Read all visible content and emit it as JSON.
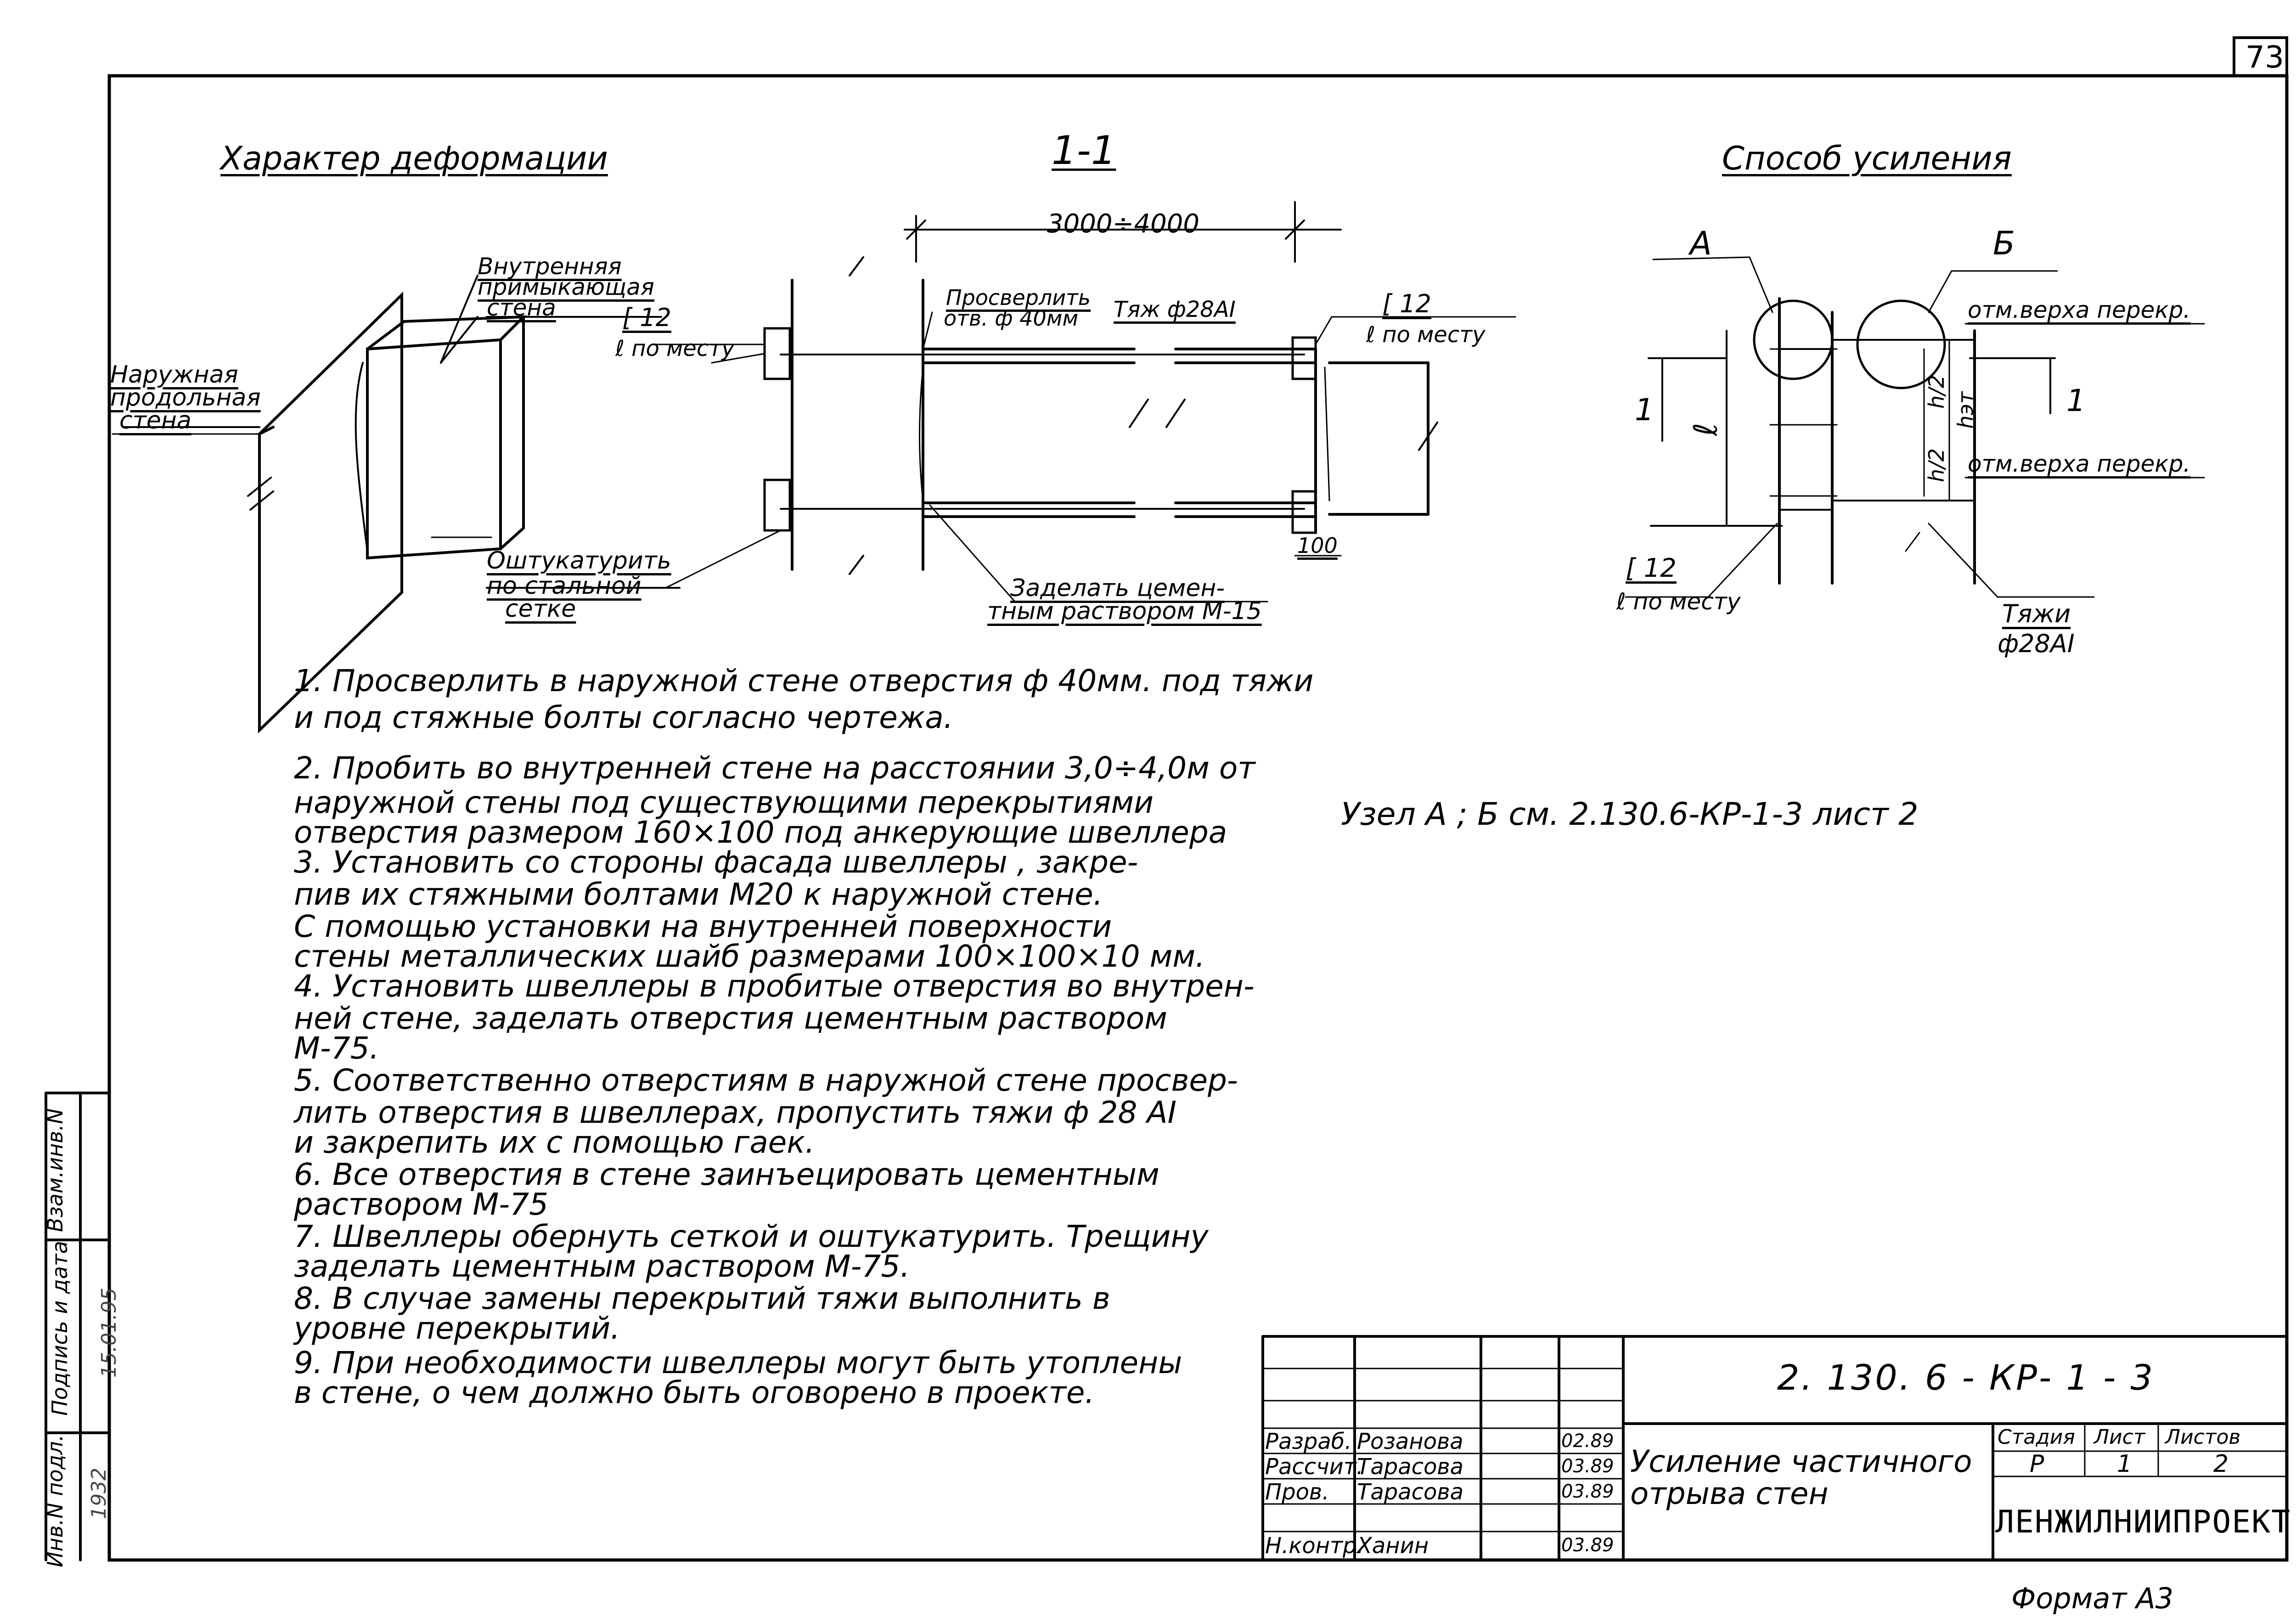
{
  "page_number": "73",
  "headings": {
    "deformation": "Характер деформации",
    "section": "1-1",
    "method": "Способ усиления"
  },
  "deformation_sketch": {
    "inner_wall": [
      "Внутренняя",
      "примыкающая",
      "стена"
    ],
    "outer_wall": [
      "Наружная",
      "продольная",
      "стена"
    ]
  },
  "section_sketch": {
    "span_dim": "3000÷4000",
    "drill_note": [
      "Просверлить",
      "отв. ф 40мм"
    ],
    "tie_note": "Тяж ф28АI",
    "channel_left": "[ 12",
    "channel_left_sub": "ℓ по месту",
    "channel_right": "[ 12",
    "channel_right_sub": "ℓ по месту",
    "plaster_note": [
      "Оштукатурить",
      "по стальной",
      "сетке"
    ],
    "seal_note": [
      "Заделать цемен-",
      "тным раствором М-15"
    ],
    "dim_100": "100"
  },
  "method_sketch": {
    "node_a": "А",
    "node_b": "Б",
    "slab_top_1": "отм.верха перекр.",
    "slab_top_2": "отм.верха перекр.",
    "dim_l": "ℓ",
    "dim_h2a": "h/2",
    "dim_h2b": "h/2",
    "dim_hfl": "hэт",
    "cut_left": "1",
    "cut_right": "1",
    "channel": "[ 12",
    "channel_sub": "ℓ по месту",
    "ties": "Тяжи",
    "ties_sub": "ф28АI"
  },
  "node_ref": "Узел   А ; Б   см.   2.130.6-КР-1-3   лист 2",
  "notes": [
    "1. Просверлить в наружной стене отверстия ф 40мм. под тяжи",
    "    и под стяжные болты согласно чертежа.",
    "2. Пробить во внутренней стене на расстоянии 3,0÷4,0м от",
    "    наружной стены под существующими перекрытиями",
    "    отверстия размером 160×100 под анкерующие швеллера",
    "3. Установить со стороны фасада швеллеры        , закре-",
    "    пив их стяжными болтами М20 к наружной стене.",
    "    С помощью установки на внутренней поверхности",
    "    стены металлических шайб размерами 100×100×10 мм.",
    "4. Установить швеллеры в пробитые отверстия во внутрен-",
    "    ней стене, заделать отверстия цементным раствором",
    "    М-75.",
    "5. Соответственно отверстиям в наружной стене просвер-",
    "    лить отверстия в швеллерах, пропустить тяжи ф 28 АI",
    "    и закрепить их с помощью гаек.",
    "6. Все отверстия в стене заинъецировать цементным",
    "    раствором М-75",
    "7. Швеллеры обернуть сеткой и оштукатурить. Трещину",
    "    заделать цементным раствором М-75.",
    "8. В случае замены перекрытий тяжи выполнить в",
    "    уровне перекрытий.",
    "9. При необходимости швеллеры могут быть утоплены",
    "    в стене, о чем должно быть оговорено в проекте."
  ],
  "side_stamp": {
    "inv": "Инв.N подл.",
    "sign_date": "Подпись и дата",
    "replace": "Взам.инв.N",
    "inv_value": "1932",
    "date_value": "15.01.95"
  },
  "title_block": {
    "doc_code": "2. 130. 6 - КР- 1 - 3",
    "title_line1": "Усиление частичного",
    "title_line2": "отрыва   стен",
    "stage_label": "Стадия",
    "sheet_label": "Лист",
    "sheets_label": "Листов",
    "stage": "Р",
    "sheet": "1",
    "sheets": "2",
    "organization": "ЛЕНЖИЛНИИПРОЕКТ",
    "rows": [
      {
        "role": "Разраб.",
        "name": "Розанова",
        "date": "02.89"
      },
      {
        "role": "Рассчит.",
        "name": "Тарасова",
        "date": "03.89"
      },
      {
        "role": "Пров.",
        "name": "Тарасова",
        "date": "03.89"
      },
      {
        "role": "Н.контр.",
        "name": "Ханин",
        "date": "03.89"
      }
    ]
  },
  "format": "Формат А3"
}
